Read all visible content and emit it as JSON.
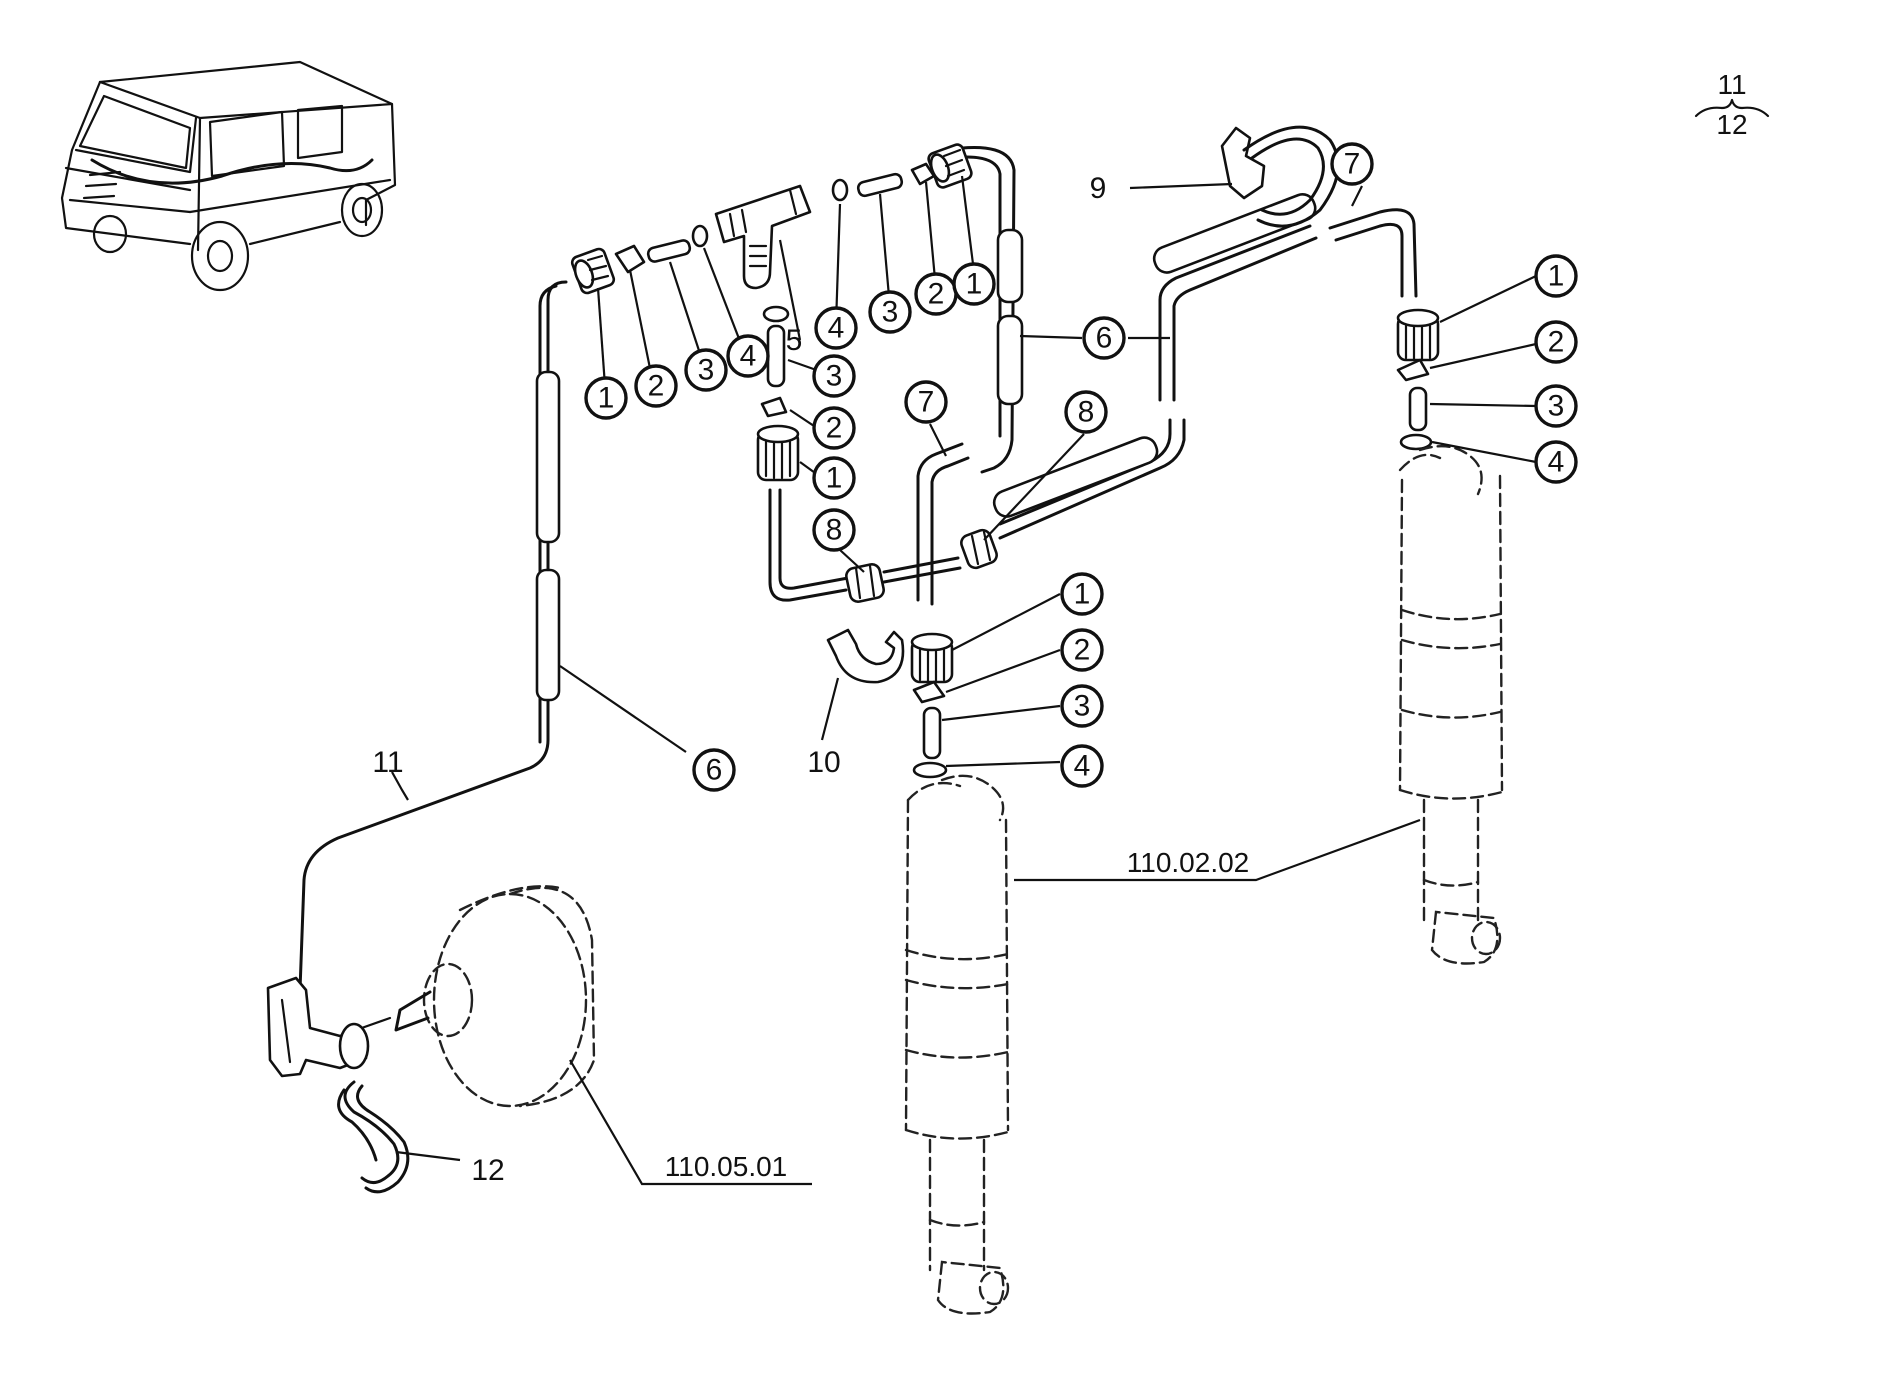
{
  "page_ref": {
    "top": "11",
    "bottom": "12"
  },
  "callouts": {
    "c1": "1",
    "c2": "2",
    "c3": "3",
    "c4": "4",
    "c5": "5",
    "c6": "6",
    "c7": "7",
    "c8": "8",
    "c9": "9",
    "c10": "10",
    "c11": "11",
    "c12": "12"
  },
  "references": {
    "damper": "110.02.02",
    "brake_booster": "110.05.01"
  }
}
